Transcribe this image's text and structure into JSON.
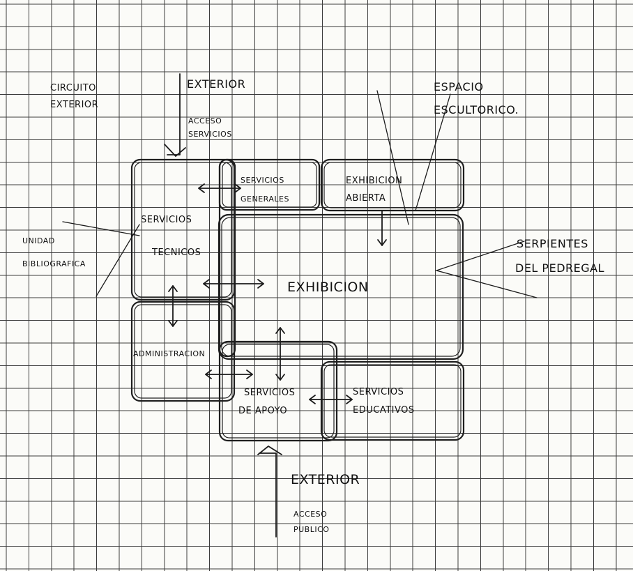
{
  "labels": {
    "circuito": "CIRCUITO",
    "circuito_exterior": "EXTERIOR",
    "exterior_top": "EXTERIOR",
    "acceso_servicios_1": "ACCESO",
    "acceso_servicios_2": "SERVICIOS",
    "espacio": "ESPACIO",
    "escultorico": "ESCULTORICO.",
    "servicios_generales_1": "SERVICIOS",
    "servicios_generales_2": "GENERALES",
    "exhibicion_abierta_1": "EXHIBICION",
    "exhibicion_abierta_2": "ABIERTA",
    "servicios_tecnicos_1": "SERVICIOS",
    "servicios_tecnicos_2": "TECNICOS",
    "unidad": "UNIDAD",
    "bibliografica": "BIBLIOGRAFICA",
    "serpientes": "SERPIENTES",
    "del_pedregal": "DEL PEDREGAL",
    "exhibicion": "EXHIBICION",
    "administracion": "ADMINISTRACION",
    "servicios_apoyo_1": "SERVICIOS",
    "servicios_apoyo_2": "DE APOYO",
    "servicios_educativos_1": "SERVICIOS",
    "servicios_educativos_2": "EDUCATIVOS",
    "exterior_bottom": "EXTERIOR",
    "acceso_publico_1": "ACCESO",
    "acceso_publico_2": "PUBLICO"
  },
  "colors": {
    "ink": "#1b1b1b",
    "paper": "#fbfbf8",
    "grid": "#3c3c3c"
  }
}
